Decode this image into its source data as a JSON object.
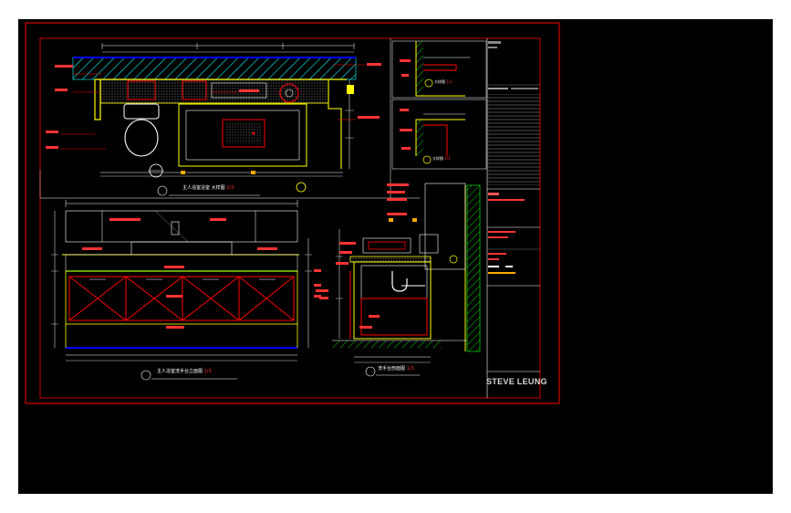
{
  "brand": {
    "name": "STEVE LEUNG"
  },
  "views": [
    {
      "label": "主人浴室浴室 大样图",
      "scale": "1/3"
    },
    {
      "label": "主人浴室洗手台立面图",
      "scale": "1/3"
    },
    {
      "label": "洗手台剖面图",
      "scale": "1/3"
    }
  ],
  "details": [
    {
      "label": "大样图",
      "scale": "1/1"
    },
    {
      "label": "大样图",
      "scale": "1/1"
    }
  ],
  "colors": {
    "background": "#000000",
    "frame": "#ff0000",
    "wall": "#ffff00",
    "hatch": "#00ffff",
    "hatch_alt": "#00ff00",
    "dimension": "#ffffff",
    "callout": "#ff0000",
    "border": "#ff00ff"
  }
}
